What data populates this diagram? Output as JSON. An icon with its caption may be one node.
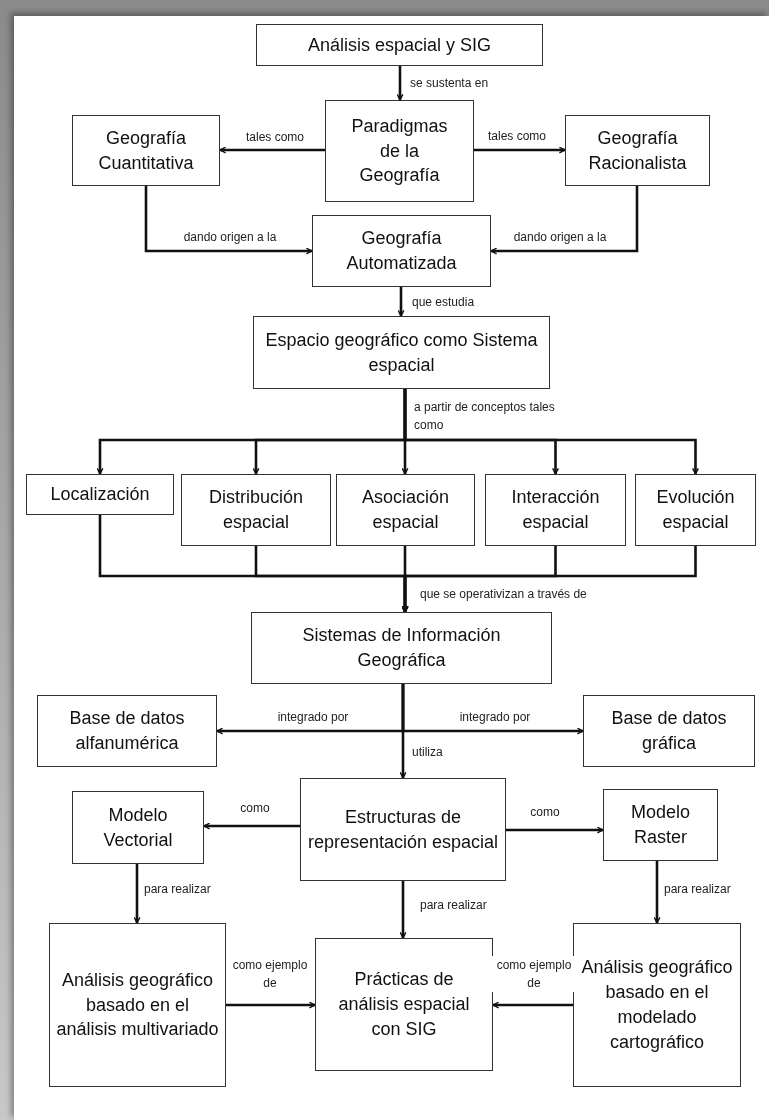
{
  "diagram": {
    "nodes": [
      {
        "text": [
          "Análisis espacial y SIG"
        ]
      },
      {
        "text": [
          "Paradigmas de la Geografía"
        ]
      },
      {
        "text": [
          "Geografía Cuantitativa"
        ]
      },
      {
        "text": [
          "Geografía Racionalista"
        ]
      },
      {
        "text": [
          "Geografía Automatizada"
        ]
      },
      {
        "text": [
          "Espacio geográfico como Sistema espacial"
        ]
      },
      {
        "text": [
          "Localización"
        ]
      },
      {
        "text": [
          "Distribución espacial"
        ]
      },
      {
        "text": [
          "Asociación espacial"
        ]
      },
      {
        "text": [
          "Interacción espacial"
        ]
      },
      {
        "text": [
          "Evolución espacial"
        ]
      },
      {
        "text": [
          "Sistemas de Información Geográfica"
        ]
      },
      {
        "text": [
          "Base de datos alfanumérica"
        ]
      },
      {
        "text": [
          "Base de datos gráfica"
        ]
      },
      {
        "text": [
          "Estructuras de representación espacial"
        ]
      },
      {
        "text": [
          "Modelo Vectorial"
        ]
      },
      {
        "text": [
          "Modelo Raster"
        ]
      },
      {
        "text": [
          "Análisis geográfico basado en el análisis multivariado"
        ]
      },
      {
        "text": [
          "Prácticas de análisis espacial con SIG"
        ]
      },
      {
        "text": [
          "Análisis geográfico basado en el modelado cartográfico"
        ]
      }
    ],
    "edges": [
      {
        "from": 0,
        "to": 1,
        "arrow": "to",
        "label": "se sustenta en"
      },
      {
        "from": 1,
        "to": 2,
        "arrow": "to",
        "label": "tales como"
      },
      {
        "from": 1,
        "to": 3,
        "arrow": "to",
        "label": "tales como"
      },
      {
        "from": 2,
        "to": 4,
        "arrow": "to",
        "label": "dando origen a la"
      },
      {
        "from": 3,
        "to": 4,
        "arrow": "to",
        "label": "dando origen a la"
      },
      {
        "from": 4,
        "to": 5,
        "arrow": "to",
        "label": "que estudia"
      },
      {
        "from": 5,
        "to": 6,
        "arrow": "to"
      },
      {
        "from": 5,
        "to": 7,
        "arrow": "to"
      },
      {
        "from": 5,
        "to": 8,
        "arrow": "to",
        "label": "a partir de conceptos tales como"
      },
      {
        "from": 5,
        "to": 9,
        "arrow": "to"
      },
      {
        "from": 5,
        "to": 10,
        "arrow": "to"
      },
      {
        "from": 6,
        "to": 11,
        "arrow": "to"
      },
      {
        "from": 7,
        "to": 11,
        "arrow": "to"
      },
      {
        "from": 8,
        "to": 11,
        "arrow": "to",
        "label": "que se operativizan a través de"
      },
      {
        "from": 9,
        "to": 11,
        "arrow": "to"
      },
      {
        "from": 10,
        "to": 11,
        "arrow": "to"
      },
      {
        "from": 11,
        "to": 12,
        "arrow": "to",
        "label": "integrado por"
      },
      {
        "from": 11,
        "to": 13,
        "arrow": "to",
        "label": "integrado por"
      },
      {
        "from": 11,
        "to": 14,
        "arrow": "to",
        "label": "utiliza"
      },
      {
        "from": 14,
        "to": 15,
        "arrow": "to",
        "label": "como"
      },
      {
        "from": 14,
        "to": 16,
        "arrow": "to",
        "label": "como"
      },
      {
        "from": 15,
        "to": 17,
        "arrow": "to",
        "label": "para realizar"
      },
      {
        "from": 14,
        "to": 18,
        "arrow": "to",
        "label": "para realizar"
      },
      {
        "from": 16,
        "to": 19,
        "arrow": "to",
        "label": "para realizar"
      },
      {
        "from": 17,
        "to": 18,
        "arrow": "to",
        "label": "como ejemplo de"
      },
      {
        "from": 19,
        "to": 18,
        "arrow": "to",
        "label": "como ejemplo de"
      }
    ]
  }
}
